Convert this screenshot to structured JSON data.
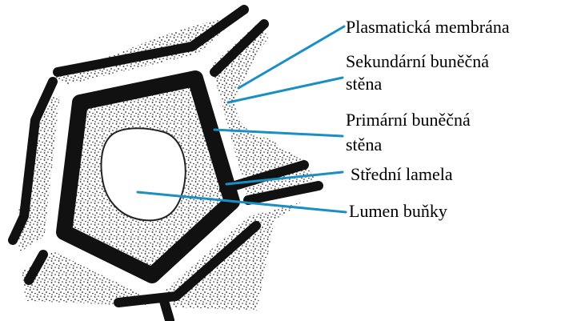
{
  "labels": {
    "plasma_membrane": "Plasmatická membrána",
    "secondary_wall_line1": "Sekundární buněčná",
    "secondary_wall_line2": "stěna",
    "primary_wall_line1": "Primární buněčná",
    "primary_wall_line2": "stěna",
    "middle_lamella": "Střední lamela",
    "lumen": "Lumen buňky"
  },
  "colors": {
    "leader_line": "#1a8fc4",
    "wall": "#111111",
    "stipple": "#222222",
    "background": "#ffffff"
  }
}
